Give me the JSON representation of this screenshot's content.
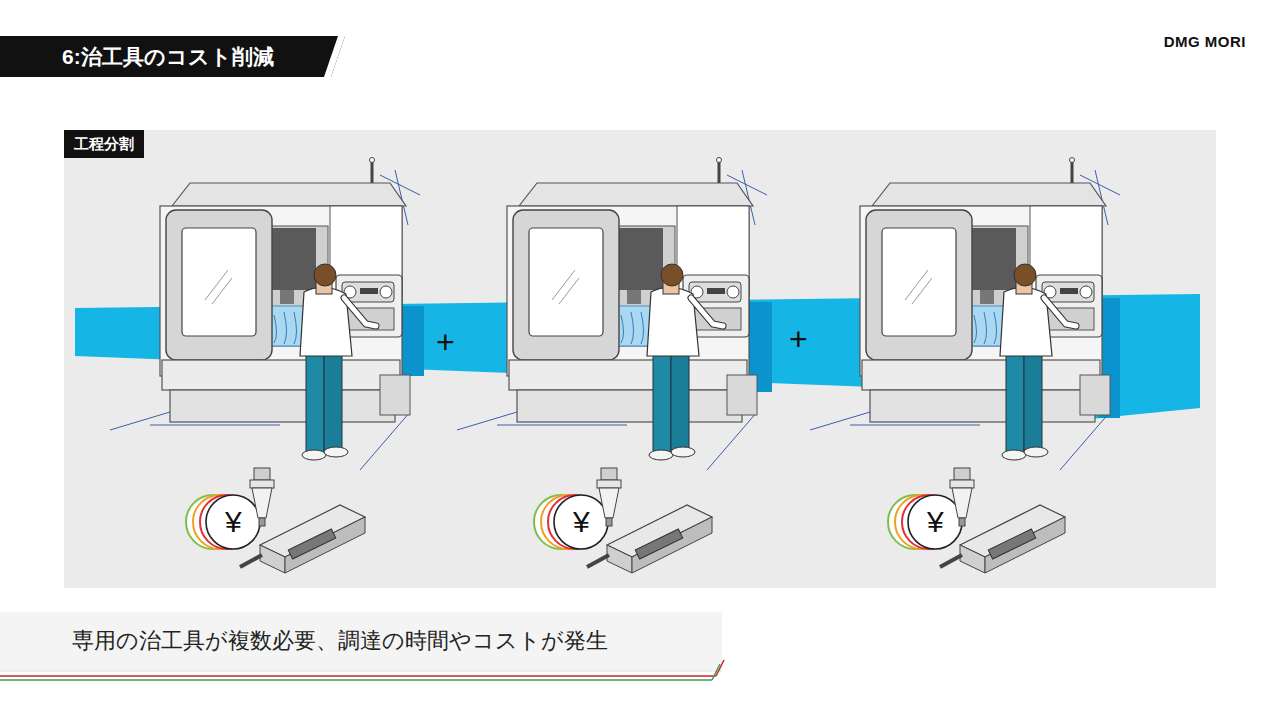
{
  "diagram": {
    "title": "6:治工具のコスト削減",
    "caption": "専用の治工具が複数必要、調達の時間やコストが発生",
    "nodes": [
      {
        "text": [
          "工程分割"
        ]
      },
      {
        "text": [
          "¥"
        ],
        "in": 0
      },
      {
        "text": [
          "¥"
        ],
        "in": 0
      },
      {
        "text": [
          "¥"
        ],
        "in": 0
      }
    ],
    "labels": [
      "DMG MORI",
      "+",
      "+"
    ]
  }
}
